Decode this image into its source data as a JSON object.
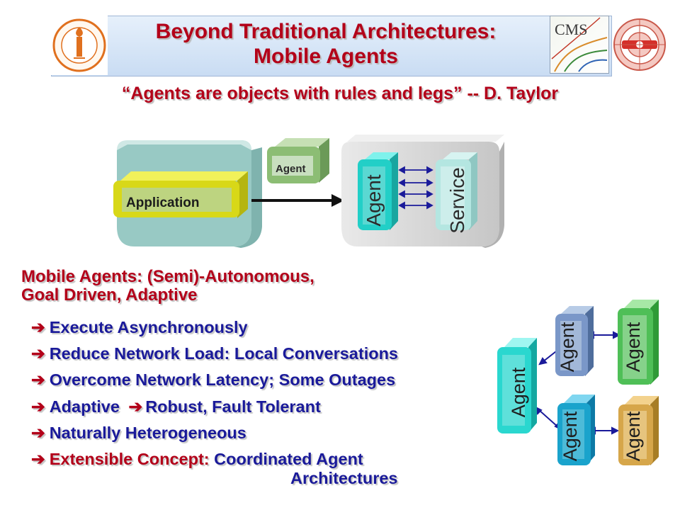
{
  "header": {
    "title_line1": "Beyond Traditional Architectures:",
    "title_line2": "Mobile Agents",
    "logo_left": "caltech-seal",
    "logo_right_text": "CMS",
    "logo_far_right": "cms-detector-emblem"
  },
  "quote": "“Agents are objects with rules and legs” -- D. Taylor",
  "diagram": {
    "application_label": "Application",
    "moving_agent_label": "Agent",
    "host_agent_label": "Agent",
    "service_label": "Service"
  },
  "section": {
    "heading_line1": "Mobile Agents: (Semi)-Autonomous,",
    "heading_line2": "Goal Driven, Adaptive",
    "arrow_glyph": "➔",
    "bullets": [
      "Execute Asynchronously",
      "Reduce Network Load: Local Conversations",
      "Overcome Network Latency; Some Outages",
      "Naturally Heterogeneous"
    ],
    "adaptive_left": "Adaptive",
    "adaptive_right": "Robust, Fault Tolerant",
    "extensible_red": "Extensible Concept:",
    "extensible_blue": "Coordinated Agent",
    "extensible_line2": "Architectures"
  },
  "network": {
    "agent_label": "Agent"
  },
  "colors": {
    "title_red": "#b30019",
    "bullet_blue": "#1a1a9a"
  }
}
